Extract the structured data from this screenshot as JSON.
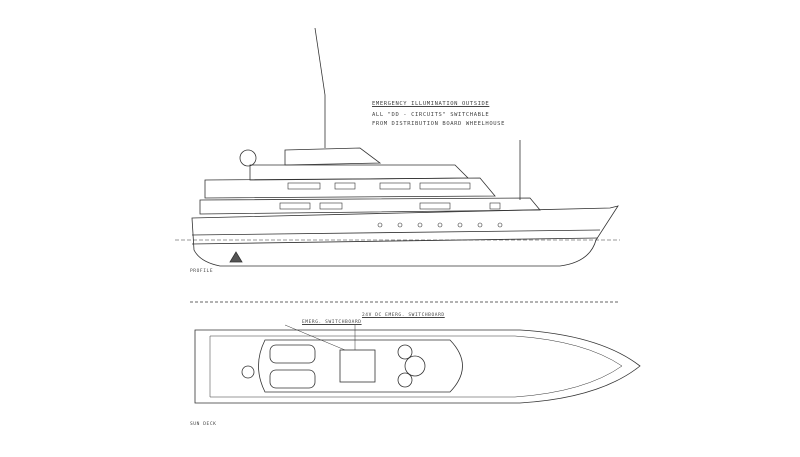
{
  "notes": {
    "line1": "EMERGENCY ILLUMINATION OUTSIDE",
    "line2": "ALL \"DD - CIRCUITS\" SWITCHABLE",
    "line3": "FROM DISTRIBUTION BOARD WHEELHOUSE"
  },
  "labels": {
    "profile": "PROFILE",
    "sun_deck": "SUN DECK",
    "emerg_switchboard": "EMERG. SWITCHBOARD",
    "dc_emerg_switchboard": "24V DC EMERG. SWITCHBOARD"
  },
  "colors": {
    "line": "#333333",
    "background": "#ffffff"
  }
}
